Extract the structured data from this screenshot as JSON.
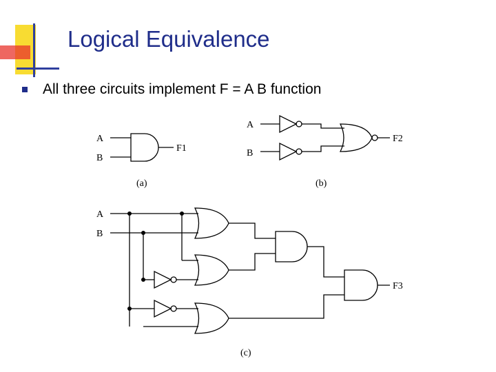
{
  "slide": {
    "title": "Logical Equivalence",
    "bullet": "All three circuits implement F = A B function"
  },
  "diagram": {
    "a": {
      "input_a": "A",
      "input_b": "B",
      "output": "F1",
      "caption": "(a)"
    },
    "b": {
      "input_a": "A",
      "input_b": "B",
      "output": "F2",
      "caption": "(b)"
    },
    "c": {
      "input_a": "A",
      "input_b": "B",
      "output": "F3",
      "caption": "(c)"
    }
  },
  "colors": {
    "title": "#1f2d8a",
    "accent_yellow": "#f7d81c",
    "accent_red": "#e8342c",
    "accent_blue": "#2f3f9e"
  }
}
